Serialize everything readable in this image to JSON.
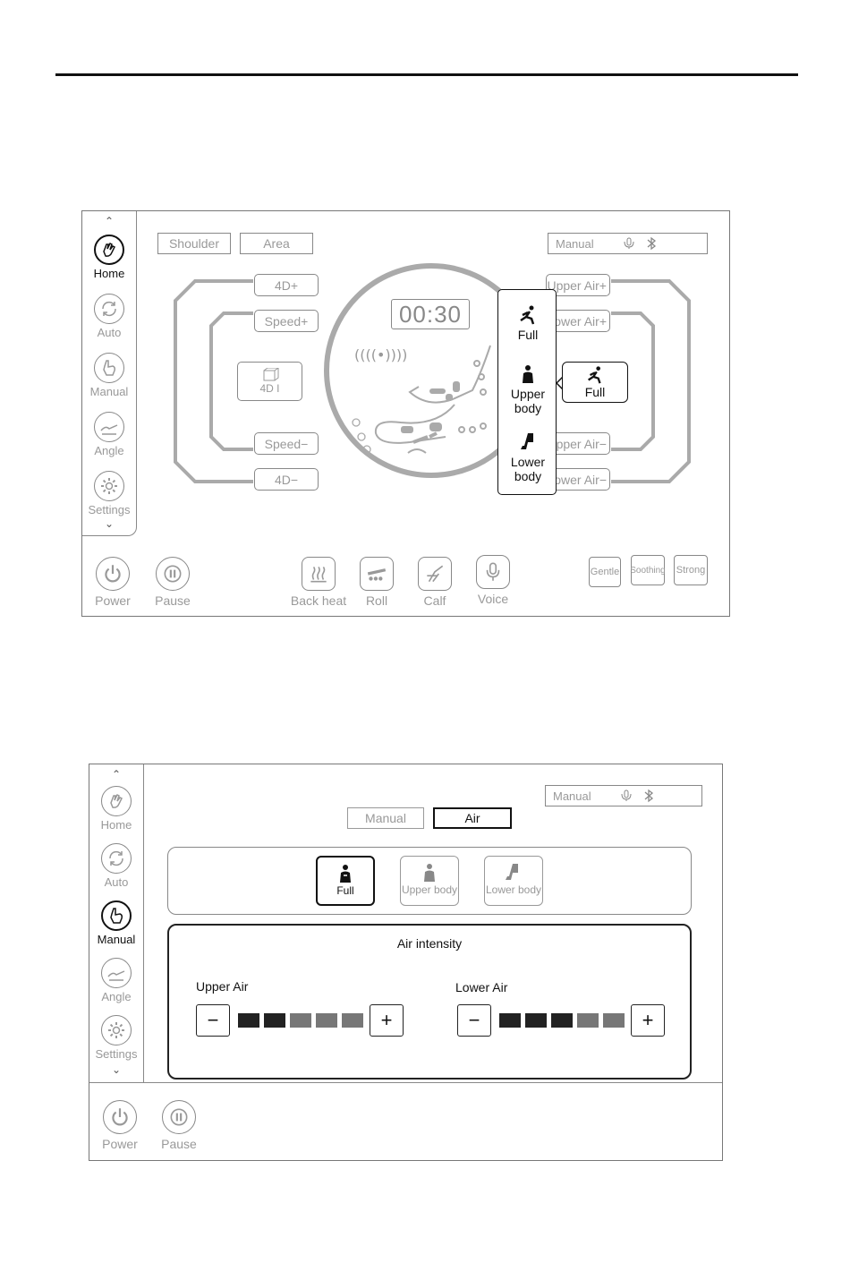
{
  "panel_top": {
    "nav": [
      {
        "label": "Home",
        "icon": "hand-icon",
        "active": true
      },
      {
        "label": "Auto",
        "icon": "cycle-icon",
        "active": false
      },
      {
        "label": "Manual",
        "icon": "touch-hand-icon",
        "active": false
      },
      {
        "label": "Angle",
        "icon": "recline-icon",
        "active": false
      },
      {
        "label": "Settings",
        "icon": "gear-icon",
        "active": false
      }
    ],
    "shoulder_label": "Shoulder",
    "area_label": "Area",
    "mode_status": "Manual",
    "timer": "00:30",
    "left_controls": {
      "d4_plus": "4D+",
      "speed_plus": "Speed+",
      "d4_center": "4D I",
      "speed_minus": "Speed−",
      "d4_minus": "4D−"
    },
    "right_controls": {
      "upper_air_plus": "Upper Air+",
      "lower_air_plus": "ower Air+",
      "upper_air_minus": "pper Air−",
      "lower_air_minus": "ower Air−"
    },
    "popup_options": [
      {
        "label": "Full",
        "icon": "recline-figure-icon"
      },
      {
        "label": "Upper body",
        "line1": "Upper",
        "line2": "body",
        "icon": "upper-body-icon"
      },
      {
        "label": "Lower body",
        "line1": "Lower",
        "line2": "body",
        "icon": "lower-body-icon"
      }
    ],
    "selected_area": "Full",
    "bottom_left": [
      {
        "label": "Power",
        "icon": "power-icon"
      },
      {
        "label": "Pause",
        "icon": "pause-icon"
      }
    ],
    "bottom_center": [
      {
        "label": "Back heat",
        "icon": "heat-icon"
      },
      {
        "label": "Roll",
        "icon": "roller-icon"
      },
      {
        "label": "Calf",
        "icon": "calf-icon"
      },
      {
        "label": "Voice",
        "icon": "microphone-icon"
      }
    ],
    "intensity": [
      "Gentle",
      "Soothing",
      "Strong"
    ]
  },
  "panel_bottom": {
    "nav": [
      {
        "label": "Home",
        "icon": "hand-icon",
        "active": false
      },
      {
        "label": "Auto",
        "icon": "cycle-icon",
        "active": false
      },
      {
        "label": "Manual",
        "icon": "touch-hand-icon",
        "active": true
      },
      {
        "label": "Angle",
        "icon": "recline-icon",
        "active": false
      },
      {
        "label": "Settings",
        "icon": "gear-icon",
        "active": false
      }
    ],
    "mode_status": "Manual",
    "tabs": [
      {
        "label": "Manual",
        "active": false
      },
      {
        "label": "Air",
        "active": true
      }
    ],
    "zones": [
      {
        "label": "Full",
        "active": true
      },
      {
        "label": "Upper body",
        "active": false
      },
      {
        "label": "Lower body",
        "active": false
      }
    ],
    "air_title": "Air intensity",
    "upper_air": {
      "label": "Upper Air",
      "level": 2,
      "max": 5
    },
    "lower_air": {
      "label": "Lower Air",
      "level": 3,
      "max": 5
    },
    "minus": "−",
    "plus": "+",
    "bottom_left": [
      {
        "label": "Power",
        "icon": "power-icon"
      },
      {
        "label": "Pause",
        "icon": "pause-icon"
      }
    ]
  },
  "colors": {
    "active_segment": "#222222",
    "inactive_segment": "#777777",
    "frame": "#888888"
  }
}
